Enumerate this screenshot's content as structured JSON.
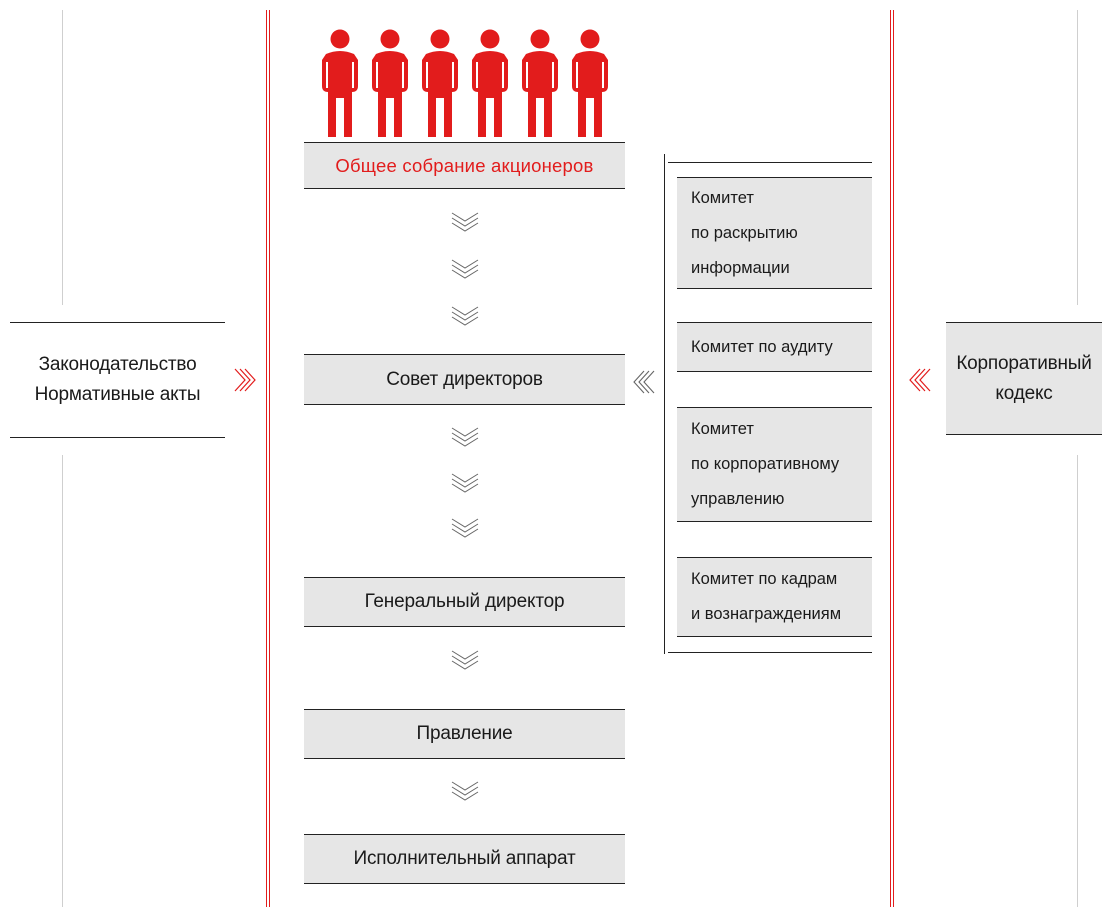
{
  "diagram": {
    "shareholders_count": 6,
    "shareholders_color": "#e21c1c",
    "accent_color": "#e21c1c",
    "left_box": {
      "line1": "Законодательство",
      "line2": "Нормативные акты"
    },
    "right_box": {
      "line1": "Корпоративный",
      "line2": "кодекс"
    },
    "chain": [
      {
        "label": "Общее собрание акционеров"
      },
      {
        "label": "Совет директоров"
      },
      {
        "label": "Генеральный директор"
      },
      {
        "label": "Правление"
      },
      {
        "label": "Исполнительный аппарат"
      }
    ],
    "committees": [
      {
        "label": "Комитет\nпо раскрытию\nинформации"
      },
      {
        "label": "Комитет по аудиту"
      },
      {
        "label": "Комитет\nпо корпоративному\nуправлению"
      },
      {
        "label": "Комитет по кадрам\nи вознаграждениям"
      }
    ],
    "arrow_icons": {
      "down": "chevron-down-triple-icon",
      "left": "chevron-left-triple-icon",
      "right": "chevron-right-triple-icon"
    }
  }
}
